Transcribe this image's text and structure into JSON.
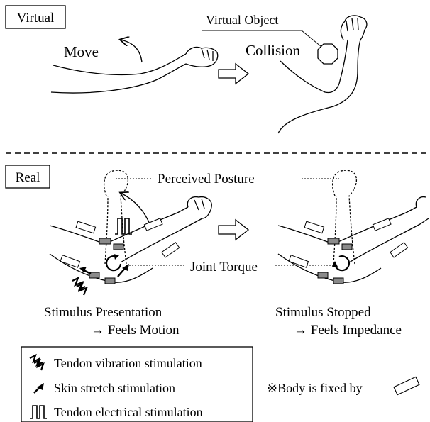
{
  "virtual": {
    "section_label": "Virtual",
    "virtual_object_label": "Virtual Object",
    "move_label": "Move",
    "collision_label": "Collision"
  },
  "real": {
    "section_label": "Real",
    "perceived_posture_label": "Perceived Posture",
    "joint_torque_label": "Joint Torque",
    "left_caption_line1": "Stimulus Presentation",
    "left_caption_line2": "→ Feels Motion",
    "right_caption_line1": "Stimulus Stopped",
    "right_caption_line2": "→ Feels Impedance"
  },
  "legend": {
    "items": [
      {
        "icon": "zigzag-vibration-icon",
        "label": "Tendon vibration stimulation"
      },
      {
        "icon": "black-arrow-icon",
        "label": "Skin stretch stimulation"
      },
      {
        "icon": "pulse-wave-icon",
        "label": "Tendon electrical stimulation"
      }
    ]
  },
  "note": {
    "text": "※Body is fixed by"
  }
}
